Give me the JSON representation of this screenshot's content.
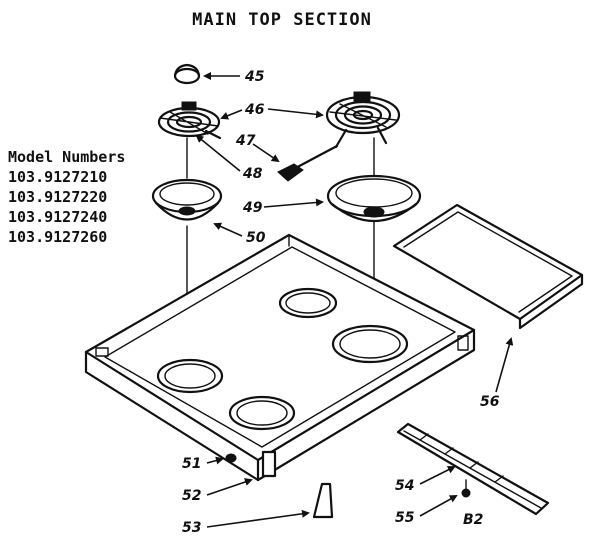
{
  "title": "MAIN TOP SECTION",
  "model_numbers": {
    "heading": "Model Numbers",
    "items": [
      "103.9127210",
      "103.9127220",
      "103.9127240",
      "103.9127260"
    ]
  },
  "callouts": {
    "p45": "45",
    "p46": "46",
    "p47": "47",
    "p48": "48",
    "p49": "49",
    "p50": "50",
    "p51": "51",
    "p52": "52",
    "p53": "53",
    "p54": "54",
    "p55": "55",
    "p56": "56"
  },
  "page_code": "B2"
}
